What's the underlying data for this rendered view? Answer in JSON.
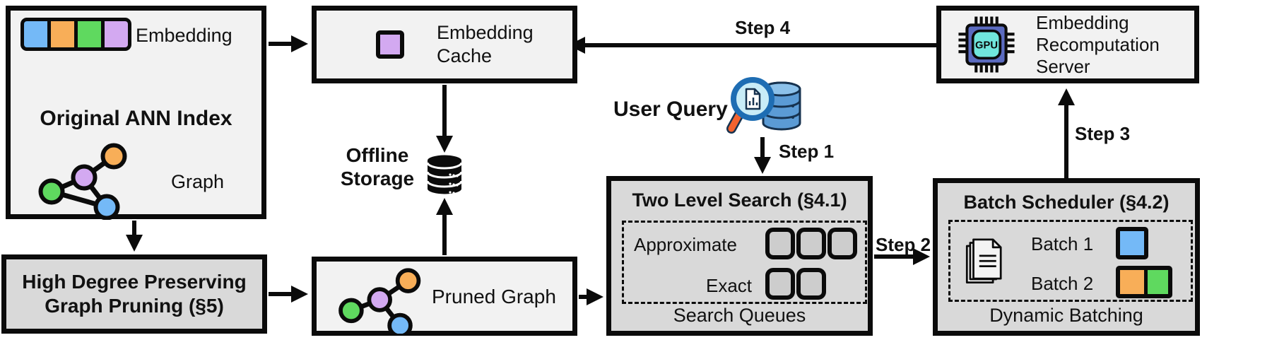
{
  "figure": {
    "kind": "system-architecture-diagram",
    "colors": {
      "blue": "#74b9f7",
      "orange": "#f8ae58",
      "green": "#5fd95f",
      "purple": "#d3a9f1",
      "light_box_bg": "#f2f2f2",
      "dark_box_bg": "#d9d9d9",
      "border": "#0b0b0b"
    }
  },
  "ann_index": {
    "embedding_label": "Embedding",
    "title": "Original ANN Index",
    "graph_label": "Graph",
    "embedding_cells": [
      "blue",
      "orange",
      "green",
      "purple"
    ]
  },
  "embedding_cache": {
    "lines": [
      "Embedding",
      "Cache"
    ]
  },
  "offline_storage": {
    "lines": [
      "Offline",
      "Storage"
    ]
  },
  "user_query": {
    "label": "User Query"
  },
  "recomputation_server": {
    "lines": [
      "Embedding",
      "Recomputation",
      "Server"
    ],
    "chip_label": "GPU"
  },
  "graph_pruning": {
    "lines": [
      "High Degree Preserving",
      "Graph Pruning (§5)"
    ]
  },
  "pruned_graph": {
    "label": "Pruned Graph"
  },
  "two_level_search": {
    "title": "Two Level Search (§4.1)",
    "rows": [
      {
        "label": "Approximate",
        "slots": 3
      },
      {
        "label": "Exact",
        "slots": 2
      }
    ],
    "caption": "Search Queues"
  },
  "batch_scheduler": {
    "title": "Batch Scheduler (§4.2)",
    "batches": [
      {
        "label": "Batch 1",
        "colors": [
          "blue"
        ]
      },
      {
        "label": "Batch 2",
        "colors": [
          "orange",
          "green"
        ]
      }
    ],
    "caption": "Dynamic Batching"
  },
  "steps": {
    "step1": "Step 1",
    "step2": "Step 2",
    "step3": "Step 3",
    "step4": "Step 4"
  }
}
